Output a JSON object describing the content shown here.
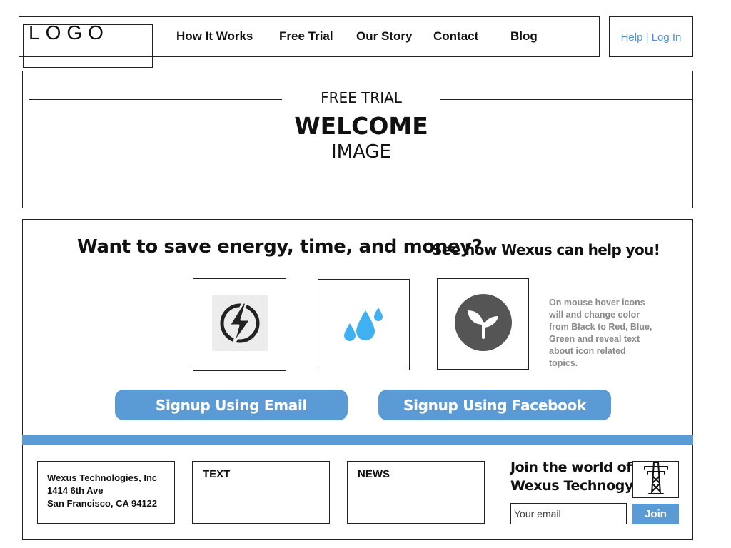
{
  "header": {
    "logo": "LOGO",
    "nav": [
      {
        "label": "How It Works"
      },
      {
        "label": "Free Trial"
      },
      {
        "label": "Our Story"
      },
      {
        "label": "Contact"
      },
      {
        "label": "Blog"
      }
    ],
    "help_label": "Help",
    "separator": "|",
    "login_label": "Log In"
  },
  "hero": {
    "kicker": "FREE TRIAL",
    "title": "WELCOME",
    "subtitle": "IMAGE"
  },
  "features": {
    "headline": "Want to save energy, time, and money?",
    "subheadline": "See how Wexus can help you!",
    "icons": [
      {
        "name": "energy-bolt-icon",
        "color": "#222222"
      },
      {
        "name": "water-drops-icon",
        "color": "#3fb0f0"
      },
      {
        "name": "plant-sprout-icon",
        "color": "#555555"
      }
    ],
    "hover_note": "On mouse hover icons will and change color from Black to Red, Blue, Green and reveal text about icon related topics.",
    "signup_email": "Signup  Using Email",
    "signup_facebook": "Signup Using Facebook"
  },
  "footer": {
    "address": {
      "company": "Wexus Technologies, Inc",
      "street": "1414 6th Ave",
      "city": "San Francisco, CA 94122"
    },
    "text_title": "TEXT",
    "news_title": "NEWS",
    "join_line1": "Join the world of",
    "join_line2": "Wexus Technogy",
    "email_placeholder": "Your email",
    "join_label": "Join"
  },
  "colors": {
    "accent": "#5b9bd5",
    "link": "#4a90d9",
    "note_gray": "#8a8a8a"
  }
}
